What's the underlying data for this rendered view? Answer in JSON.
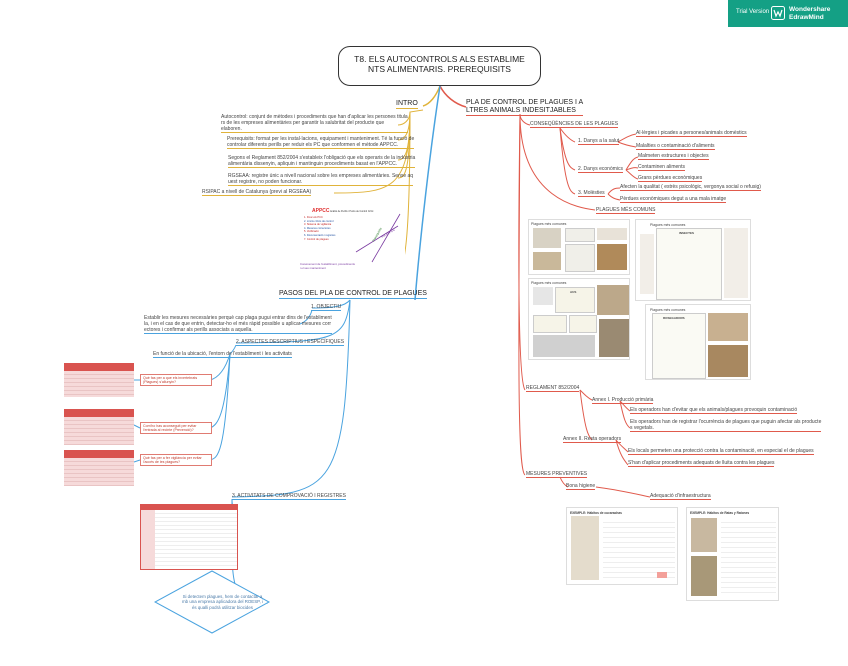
{
  "watermark": {
    "trial": "Trial Version",
    "brand_line1": "Wondershare",
    "brand_line2": "EdrawMind"
  },
  "central": {
    "line1": "T8. ELS AUTOCONTROLS ALS ESTABLIME",
    "line2": "NTS ALIMENTARIS. PREREQUISITS"
  },
  "intro": {
    "title": "INTRO",
    "items": [
      "Autocontrol: conjunt de mètodes i procediments que han d'aplicar les persones titula",
      "rs de les empreses alimentàries per garantir la salubritat del producte que",
      "elaboren.",
      "Prerequisits: format per les instal·lacions, equipament i manteniment. Té la funció de",
      "controlar diferents perills per reduir els PC que conformen el mètode APPCC.",
      "Segons el Reglament 852/2004 s'estableix l'obligació que els operaris de la indústria",
      "alimentària dissenyin, apliquin i mantinguin procediments basat en l'APPCC.",
      "RGSEAA: registre únic a nivell nacional sobre les empreses alimentàries. Sense aq",
      "uest registre, no poden funcionar.",
      "RSIPAC a nivell de Catalunya (previ al RGSEAA)"
    ],
    "appcc_title": "APPCC",
    "appcc_sub": "Anàlisi de Perills i Punts de Control Crític",
    "appcc_lines": [
      "1. Fixar els PCC",
      "2. Límits crítics de control",
      "3. Sistema de vigilància",
      "4. Mesures correctores",
      "5. Verificació",
      "6. Documentació i registres",
      "7. Control de plagues"
    ],
    "appcc_footer1": "Coneixement de l'establiment, procediments",
    "appcc_footer2": "i el seu manteniment"
  },
  "plagues": {
    "title_line1": "PLA DE CONTROL DE PLAGUES I A",
    "title_line2": "LTRES ANIMALS INDESITJABLES",
    "consequencies": "CONSEQÜÈNCIES DE LES PLAGUES",
    "c1": "1. Danys a la salut",
    "c1a": "Al·lèrgies i picades a persones/animals domèstics",
    "c1b": "Malalties o contaminació d'aliments",
    "c2": "2. Danys econòmics",
    "c2a": "Malmeten estructures i objectes",
    "c2b": "Contaminen aliments",
    "c2c": "Grans pèrdues econòmiques",
    "c3": "3. Molèsties",
    "c3a": "Afecten la qualitat ( estrès psicològic, vergonya social o refusig)",
    "c3b": "Pèrdues econòmiques degut a una mala imatge",
    "mes_comuns": "PLAGUES MÉS COMUNS",
    "card1_title": "Plagues més comunes",
    "card2_title": "Plagues més comunes",
    "card3_title": "Plagues més comunes",
    "card4_title": "Plagues més comunes",
    "insectes": "INSECTES",
    "aus": "AUS",
    "rosegadors": "ROSEGADORS",
    "reglament": "REGLAMENT 852/2004",
    "annex1": "Annex I. Producció primària",
    "annex1a": "Els operadors han d'evitar que els animals/plagues provoquin contaminació",
    "annex1b_1": "Els operadors han de registrar l'ocurrència de plagues que puguin afectar als producte",
    "annex1b_2": "s vegetals.",
    "annex2": "Annex II. Resta operadors",
    "annex2a": "Els locals permeten una protecció contra la contaminació, en especial el de plagues",
    "annex2b": "S'han d'aplicar procediments adequats de lluita contra les plagues",
    "mesures": "MESURES PREVENTIVES",
    "bona": "Bona higiene",
    "adequacio": "Adequació d'infraestructura",
    "ex1_title": "EXEMPLE: Hàbitos de cucarachas",
    "ex2_title": "EXEMPLE: Hàbitos de Ratas y Ratones"
  },
  "passos": {
    "title": "PASOS DEL PLA DE CONTROL DE PLAGUES",
    "objectiu": "1. OBJECTIU",
    "objectiu_text1": "Establir les mesures necessàries perquè cap plaga pugui entrar dins de l'establiment",
    "objectiu_text2": "la, i en el cas de que entrin, detectar-ho el més ràpid possible u aplicar mesures corr",
    "objectiu_text3": "ectores i confirmar als perills associats a aquella.",
    "aspectes": "2. ASPECTES DESCRIPTIUS I ESPECÍFIQUES",
    "aspectes_text": "En funció de la ubicació, l'entorn de l'establiment i les activitats",
    "q1": "Què fas per a que els invertebrats (Plagues) s'allunyin?",
    "q2": "Com'ho has aconseguit per evitar l'entrada al recinte (Prevenció)?",
    "q3": "Què fas per a fer vigilància per evitar l'accés de les plagues?",
    "activitats": "3. ACTIVITATS DE COMPROVACIÓ I REGISTRES",
    "bubble_line1": "Si detectem plagues, hem de contactar a",
    "bubble_line2": "mb una empresa aplicadora del ROESP, i",
    "bubble_line3": "és qualli podrà utilitzar biocides"
  }
}
